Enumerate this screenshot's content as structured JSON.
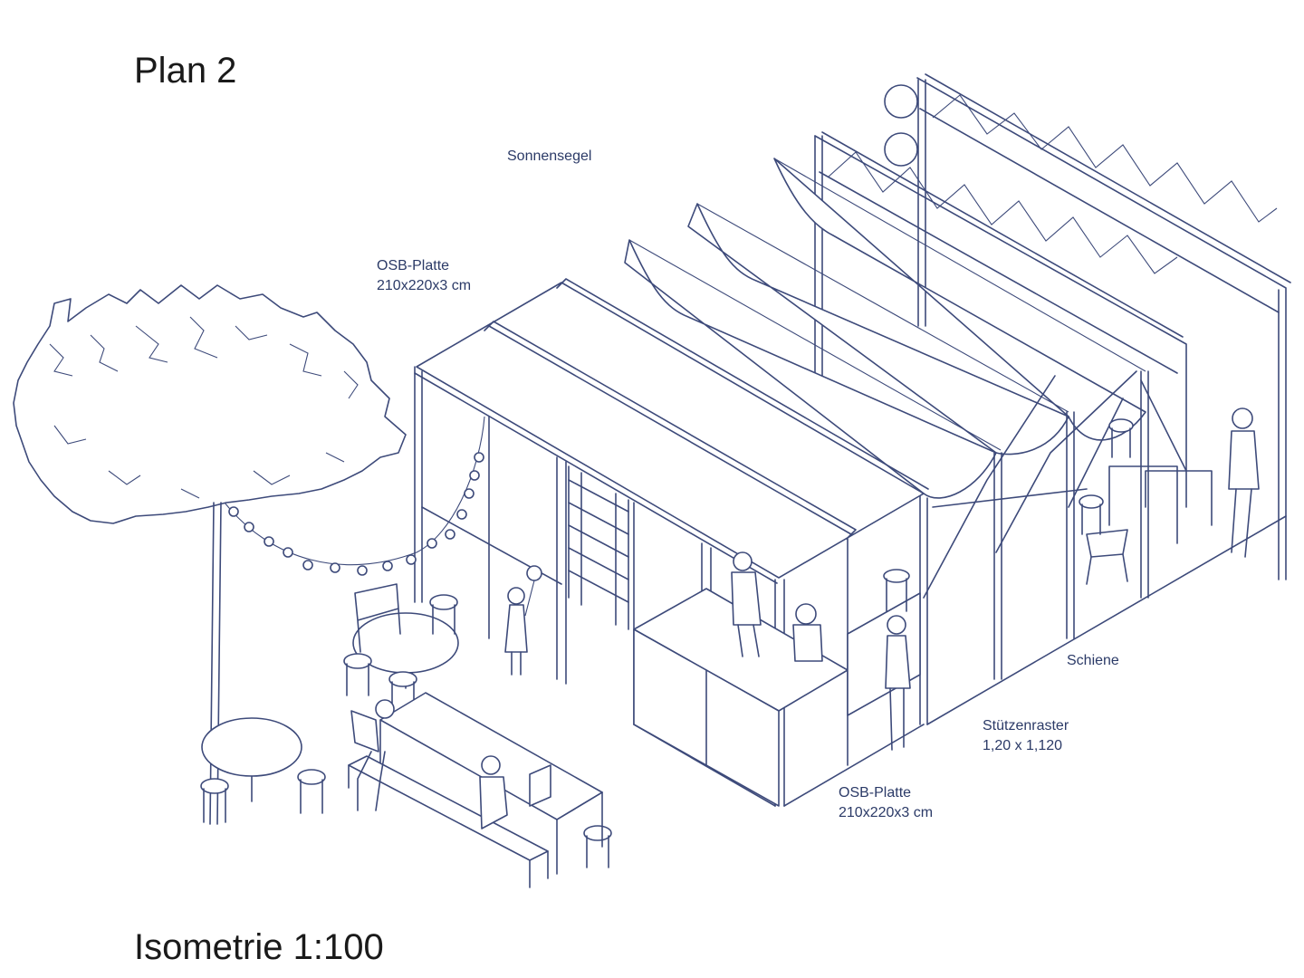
{
  "titles": {
    "plan": "Plan 2",
    "scale": "Isometrie 1:100"
  },
  "labels": {
    "sun_sail": "Sonnensegel",
    "osb_top_line1": "OSB-Platte",
    "osb_top_line2": "210x220x3 cm",
    "rail": "Schiene",
    "grid_line1": "Stützenraster",
    "grid_line2": "1,20 x 1,120",
    "osb_bottom_line1": "OSB-Platte",
    "osb_bottom_line2": "210x220x3 cm"
  },
  "colors": {
    "line": "#3d4a7a",
    "label_text": "#2b3a67",
    "title_text": "#1a1a1a",
    "background": "#ffffff"
  }
}
